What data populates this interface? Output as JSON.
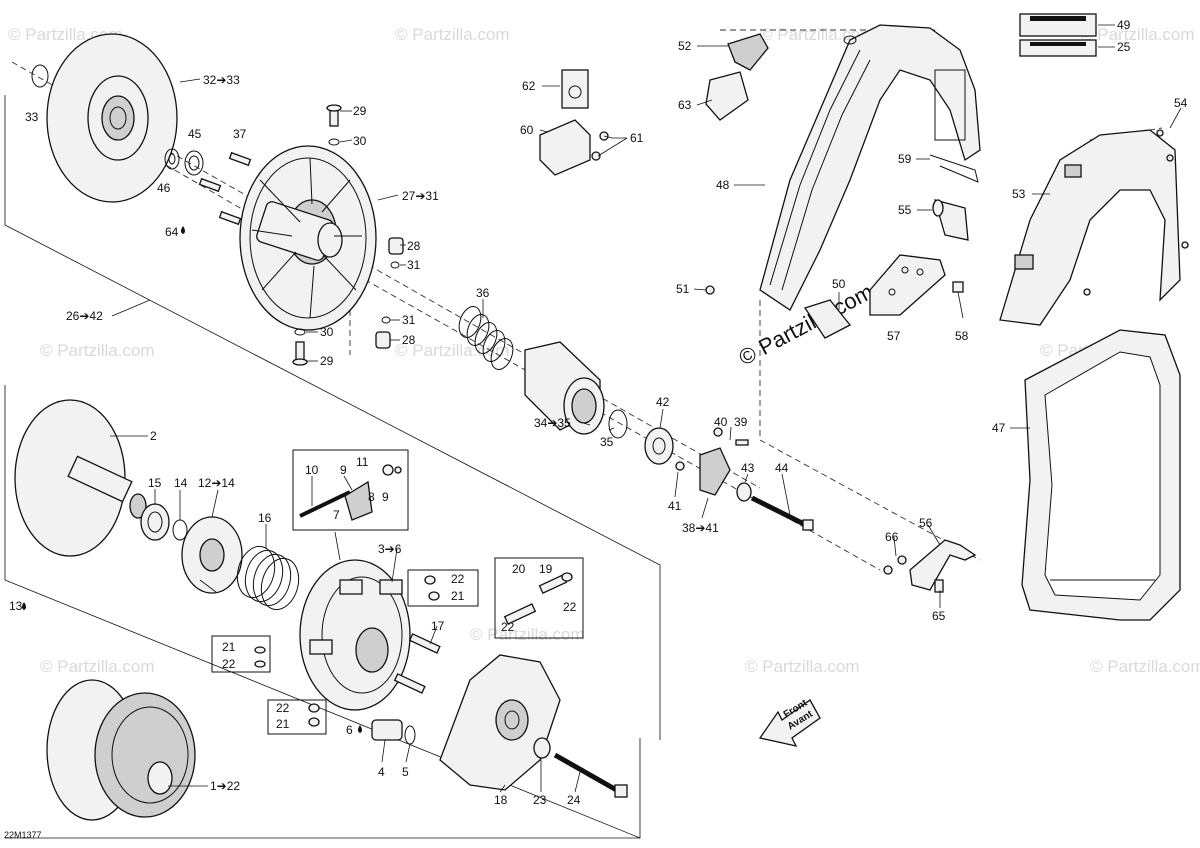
{
  "watermark": {
    "text": "© Partzilla.com",
    "main_text": "© Partzilla.com"
  },
  "diagram_id": "22M1377",
  "front_arrow": {
    "line1": "Front",
    "line2": "Avant"
  },
  "callouts": [
    {
      "id": "c33",
      "text": "33"
    },
    {
      "id": "c32",
      "text": "32➔33"
    },
    {
      "id": "c29a",
      "text": "29"
    },
    {
      "id": "c30a",
      "text": "30"
    },
    {
      "id": "c37",
      "text": "37"
    },
    {
      "id": "c45",
      "text": "45"
    },
    {
      "id": "c46",
      "text": "46"
    },
    {
      "id": "c27",
      "text": "27➔31"
    },
    {
      "id": "c64",
      "text": "64"
    },
    {
      "id": "c28a",
      "text": "28"
    },
    {
      "id": "c31a",
      "text": "31"
    },
    {
      "id": "c26",
      "text": "26➔42"
    },
    {
      "id": "c31b",
      "text": "31"
    },
    {
      "id": "c30b",
      "text": "30"
    },
    {
      "id": "c28b",
      "text": "28"
    },
    {
      "id": "c29b",
      "text": "29"
    },
    {
      "id": "c36",
      "text": "36"
    },
    {
      "id": "c62",
      "text": "62"
    },
    {
      "id": "c60",
      "text": "60"
    },
    {
      "id": "c61",
      "text": "61"
    },
    {
      "id": "c52",
      "text": "52"
    },
    {
      "id": "c63",
      "text": "63"
    },
    {
      "id": "c49",
      "text": "49"
    },
    {
      "id": "c25",
      "text": "25"
    },
    {
      "id": "c54",
      "text": "54"
    },
    {
      "id": "c53",
      "text": "53"
    },
    {
      "id": "c59",
      "text": "59"
    },
    {
      "id": "c48",
      "text": "48"
    },
    {
      "id": "c55",
      "text": "55"
    },
    {
      "id": "c51",
      "text": "51"
    },
    {
      "id": "c50",
      "text": "50"
    },
    {
      "id": "c57",
      "text": "57"
    },
    {
      "id": "c58",
      "text": "58"
    },
    {
      "id": "c47",
      "text": "47"
    },
    {
      "id": "c34",
      "text": "34➔35"
    },
    {
      "id": "c35",
      "text": "35"
    },
    {
      "id": "c42",
      "text": "42"
    },
    {
      "id": "c40",
      "text": "40"
    },
    {
      "id": "c39",
      "text": "39"
    },
    {
      "id": "c43",
      "text": "43"
    },
    {
      "id": "c44",
      "text": "44"
    },
    {
      "id": "c41",
      "text": "41"
    },
    {
      "id": "c38",
      "text": "38➔41"
    },
    {
      "id": "c2",
      "text": "2"
    },
    {
      "id": "c15",
      "text": "15"
    },
    {
      "id": "c14",
      "text": "14"
    },
    {
      "id": "c12",
      "text": "12➔14"
    },
    {
      "id": "c10",
      "text": "10"
    },
    {
      "id": "c9a",
      "text": "9"
    },
    {
      "id": "c11",
      "text": "11"
    },
    {
      "id": "c8",
      "text": "8"
    },
    {
      "id": "c9b",
      "text": "9"
    },
    {
      "id": "c7",
      "text": "7"
    },
    {
      "id": "c16",
      "text": "16"
    },
    {
      "id": "c3",
      "text": "3➔6"
    },
    {
      "id": "c22a",
      "text": "22"
    },
    {
      "id": "c21a",
      "text": "21"
    },
    {
      "id": "c13",
      "text": "13"
    },
    {
      "id": "c17",
      "text": "17"
    },
    {
      "id": "c20",
      "text": "20"
    },
    {
      "id": "c19",
      "text": "19"
    },
    {
      "id": "c22b",
      "text": "22"
    },
    {
      "id": "c22c",
      "text": "22"
    },
    {
      "id": "c21b",
      "text": "21"
    },
    {
      "id": "c22d",
      "text": "22"
    },
    {
      "id": "c22e",
      "text": "22"
    },
    {
      "id": "c21c",
      "text": "21"
    },
    {
      "id": "c6",
      "text": "6"
    },
    {
      "id": "c4",
      "text": "4"
    },
    {
      "id": "c5",
      "text": "5"
    },
    {
      "id": "c18",
      "text": "18"
    },
    {
      "id": "c23",
      "text": "23"
    },
    {
      "id": "c24",
      "text": "24"
    },
    {
      "id": "c1",
      "text": "1➔22"
    },
    {
      "id": "c56",
      "text": "56"
    },
    {
      "id": "c66",
      "text": "66"
    },
    {
      "id": "c65",
      "text": "65"
    }
  ]
}
